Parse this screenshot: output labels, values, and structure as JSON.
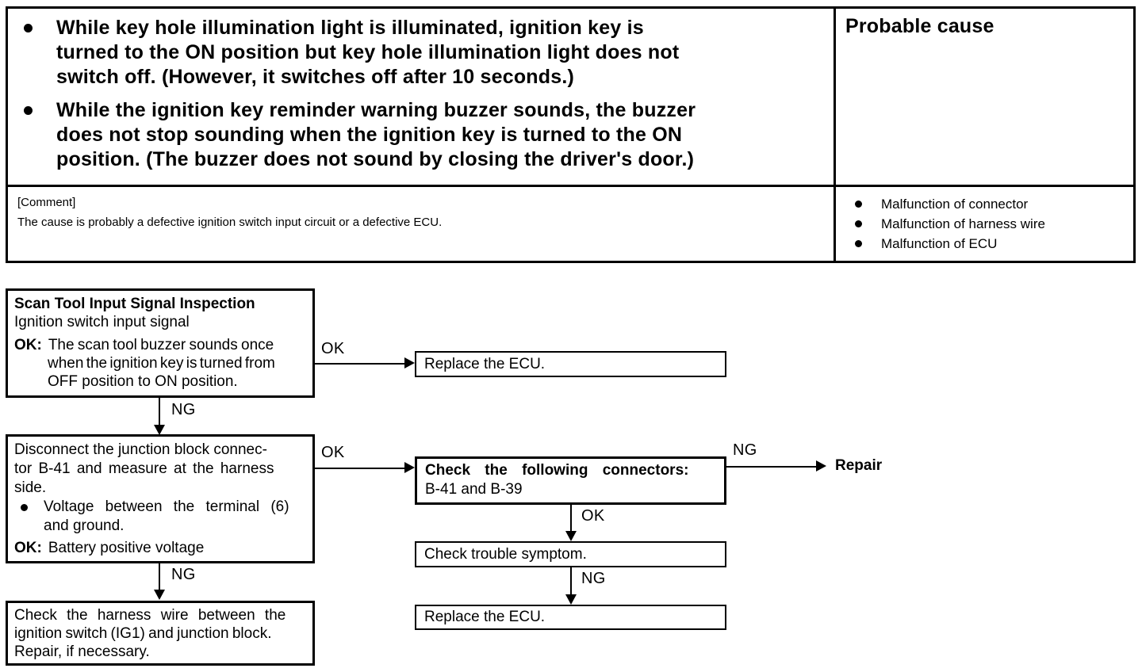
{
  "colors": {
    "ink": "#000000",
    "paper": "#ffffff"
  },
  "table": {
    "symptoms": [
      {
        "lines": [
          "While key hole illumination light is illuminated, ignition key is",
          "turned to the ON position but key hole illumination light does not",
          "switch off.  (However, it switches off after 10 seconds.)"
        ]
      },
      {
        "lines": [
          "While the ignition key reminder warning buzzer sounds, the buzzer",
          "does not stop sounding when the ignition key is turned to the ON",
          "position. (The buzzer does not sound by closing the driver's door.)"
        ]
      }
    ],
    "probable_cause_header": "Probable cause",
    "comment": {
      "label": "[Comment]",
      "text": "The cause is probably a defective ignition switch input circuit or a defective ECU."
    },
    "causes": [
      "Malfunction of connector",
      "Malfunction of harness wire",
      "Malfunction of ECU"
    ]
  },
  "flowchart": {
    "labels": {
      "ok": "OK",
      "ng": "NG"
    },
    "scan_box": {
      "title": "Scan Tool Input Signal Inspection",
      "subtitle": "Ignition switch input signal",
      "ok_label": "OK:",
      "ok_lines": [
        "The scan tool buzzer sounds once",
        "when the ignition key is turned from",
        "OFF position to ON position."
      ]
    },
    "replace_ecu_1": "Replace the ECU.",
    "disconnect_box": {
      "lines": [
        "Disconnect the junction block connec-",
        "tor B-41 and measure at the harness",
        "side."
      ],
      "bullet_lines": [
        "Voltage between the terminal (6)",
        "and ground."
      ],
      "ok_label": "OK:",
      "ok_text": "Battery positive voltage"
    },
    "check_connectors_box": {
      "line1": "Check the following connectors:",
      "line2": "B-41 and B-39"
    },
    "repair_label": "Repair",
    "check_symptom_box": "Check trouble symptom.",
    "replace_ecu_2": "Replace the ECU.",
    "harness_box": {
      "lines": [
        "Check the harness wire between the",
        "ignition switch (IG1) and junction block.",
        "Repair, if necessary."
      ]
    }
  }
}
